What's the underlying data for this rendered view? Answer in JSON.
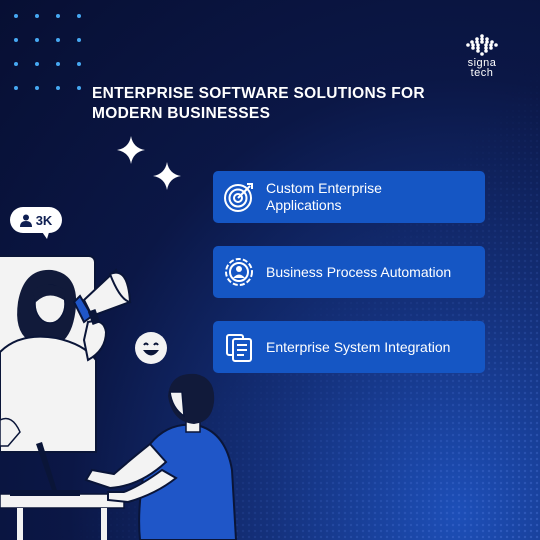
{
  "headline": {
    "line1": "ENTERPRISE SOFTWARE SOLUTIONS FOR",
    "line2": "MODERN BUSINESSES"
  },
  "logo": {
    "line1": "signa",
    "line2": "tech"
  },
  "badge": {
    "icon": "user-icon",
    "count": "3K"
  },
  "cards": [
    {
      "label": "Custom Enterprise Applications",
      "icon": "target-icon"
    },
    {
      "label": "Business Process Automation",
      "icon": "automation-icon"
    },
    {
      "label": "Enterprise System Integration",
      "icon": "documents-icon"
    }
  ],
  "colors": {
    "background": "#0b1746",
    "card": "#1556c4",
    "accent_dots": "#46a8f2",
    "figure_shirt": "#1f56c8",
    "skin": "#f3f3f3"
  }
}
